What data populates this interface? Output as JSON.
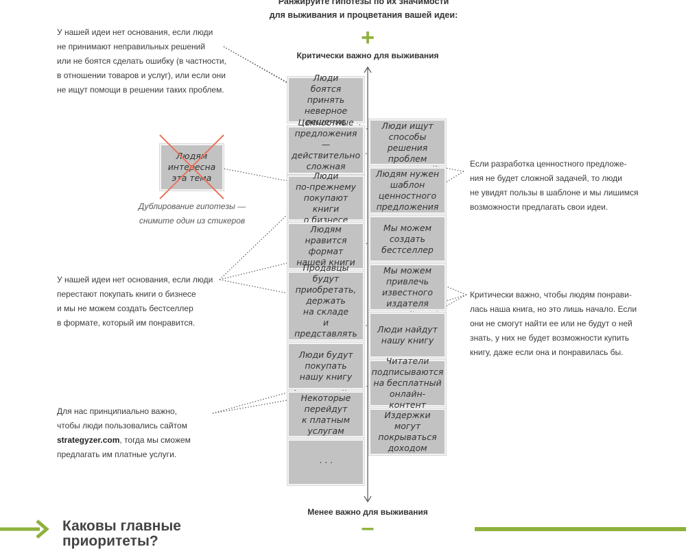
{
  "header": {
    "line1": "Ранжируйте гипотезы по их значимости",
    "line2": "для выживания и процветания вашей идеи:",
    "plus": "+",
    "top_label": "Критически важно для выживания",
    "bottom_label": "Менее важно для выживания",
    "minus": "–"
  },
  "left_column": [
    "Люди\nбоятся принять\nневерное\nрешение",
    "Ценностные\nпредложения —\nдействительно\nсложная задача",
    "Люди\nпо-прежнему\nпокупают книги\nо бизнесе",
    "Людям нравится\nформат\nнашей книги",
    "Продавцы будут\nприобретать,\nдержать\nна складе\nи представлять\nнашу книгу",
    "Люди будут\nпокупать\nнашу книгу",
    "Некоторые\nперейдут\nк платным\nуслугам",
    "· · ·"
  ],
  "right_column": [
    "Люди ищут\nспособы решения\nпроблем",
    "Людям нужен\nшаблон\nценностного\nпредложения",
    "Мы можем\nсоздать\nбестселлер",
    "Мы можем\nпривлечь\nизвестного\nиздателя",
    "Люди найдут\nнашу книгу",
    "Читатели\nподписываются\nна бесплатный\nонлайн-контент",
    "Издержки могут\nпокрываться\nдоходом"
  ],
  "crossed_sticky": "Людям\nинтересна\nэта тема",
  "crossed_caption": {
    "line1": "Дублирование гипотезы —",
    "line2": "снимите один из стикеров"
  },
  "notes": {
    "note1": [
      "У нашей идеи нет основания, если люди",
      "не принимают неправильных решений",
      "или не боятся сделать ошибку (в частности,",
      "в отношении товаров и услуг), или если они",
      "не ищут помощи в решении таких проблем."
    ],
    "note2": [
      "У нашей идеи нет основания, если люди",
      "перестают покупать книги о бизнесе",
      "и мы не можем создать бестселлер",
      "в формате, который им понравится."
    ],
    "note3": {
      "line1": "Для нас принципиально важно,",
      "line2": "чтобы люди пользовались сайтом",
      "site": "strategyzer.com",
      "line3_rest": ", тогда мы сможем",
      "line4": "предлагать им платные услуги."
    },
    "note_right1": [
      "Если разработка ценностного предложе-",
      "ния не будет сложной задачей, то люди",
      "не увидят пользы в шаблоне и мы лишимся",
      "возможности предлагать свои идеи."
    ],
    "note_right2": [
      "Критически важно, чтобы людям понрави-",
      "лась наша книга, но это лишь начало. Если",
      "они не смогут найти ее или не будут о ней",
      "знать, у них не будет возможности купить",
      "книгу, даже если она и понравилась бы."
    ]
  },
  "footer": {
    "title_line1": "Каковы главные",
    "title_line2": "приоритеты?"
  },
  "colors": {
    "accent_green": "#8fb13c",
    "sticky_gray": "#c3c2c3",
    "cross_red": "#e8735a"
  }
}
